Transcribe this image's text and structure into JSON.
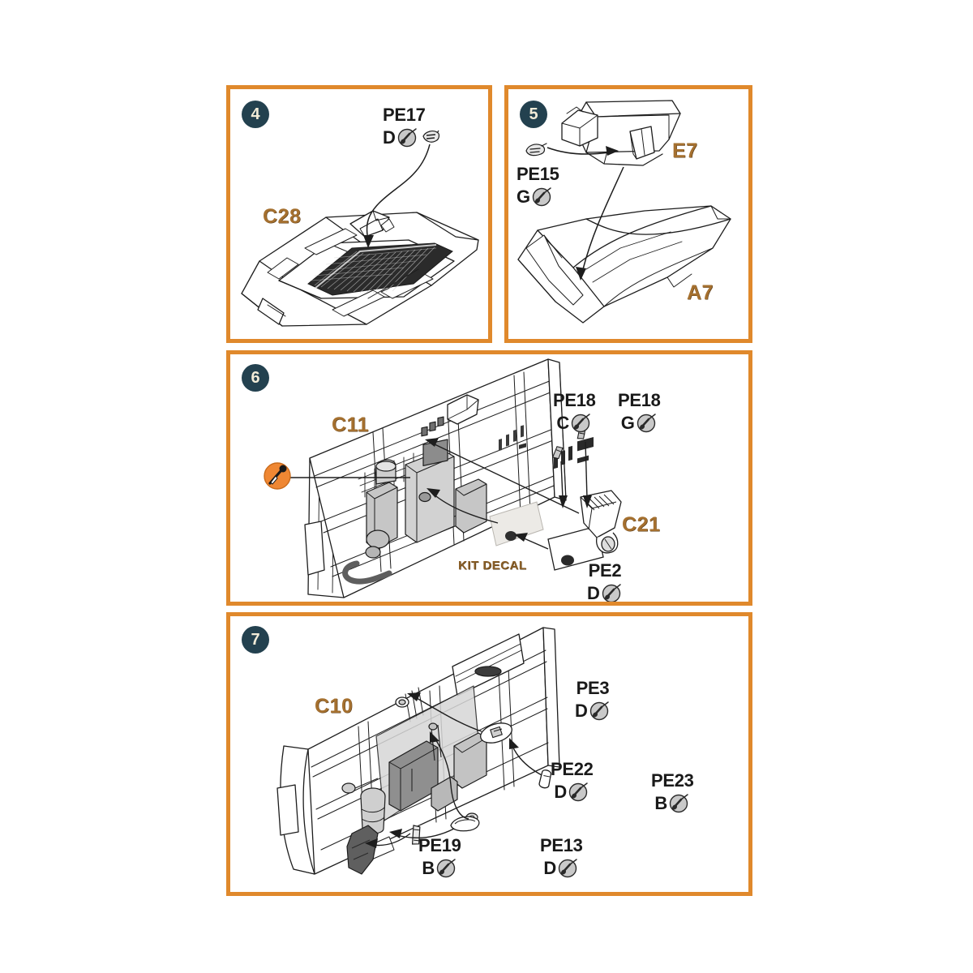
{
  "document": {
    "type": "model-kit-instruction-sheet",
    "background_color": "#ffffff",
    "panel_border_color": "#e0892c",
    "step_badge_color": "#23414f",
    "step_badge_text_color": "#f2ecd8",
    "part_label_color": "#a5702f",
    "tool_icon_color": "#ef8733",
    "glue_icon_color": "#b8b8b8"
  },
  "panels": [
    {
      "step": "4",
      "parts": [
        {
          "label": "C28"
        }
      ],
      "callouts": [
        {
          "code": "PE17",
          "letter": "D"
        }
      ]
    },
    {
      "step": "5",
      "parts": [
        {
          "label": "E7"
        },
        {
          "label": "A7"
        }
      ],
      "callouts": [
        {
          "code": "PE15",
          "letter": "G"
        }
      ]
    },
    {
      "step": "6",
      "parts": [
        {
          "label": "C11"
        },
        {
          "label": "C21"
        }
      ],
      "callouts": [
        {
          "code": "PE18",
          "letter": "C"
        },
        {
          "code": "PE18",
          "letter": "G"
        },
        {
          "code": "PE2",
          "letter": "D"
        }
      ],
      "notes": [
        {
          "label": "KIT DECAL"
        }
      ],
      "tools": [
        {
          "name": "cut-tool"
        }
      ]
    },
    {
      "step": "7",
      "parts": [
        {
          "label": "C10"
        }
      ],
      "callouts": [
        {
          "code": "PE3",
          "letter": "D"
        },
        {
          "code": "PE22",
          "letter": "D"
        },
        {
          "code": "PE23",
          "letter": "B"
        },
        {
          "code": "PE19",
          "letter": "B"
        },
        {
          "code": "PE13",
          "letter": "D"
        }
      ]
    }
  ]
}
